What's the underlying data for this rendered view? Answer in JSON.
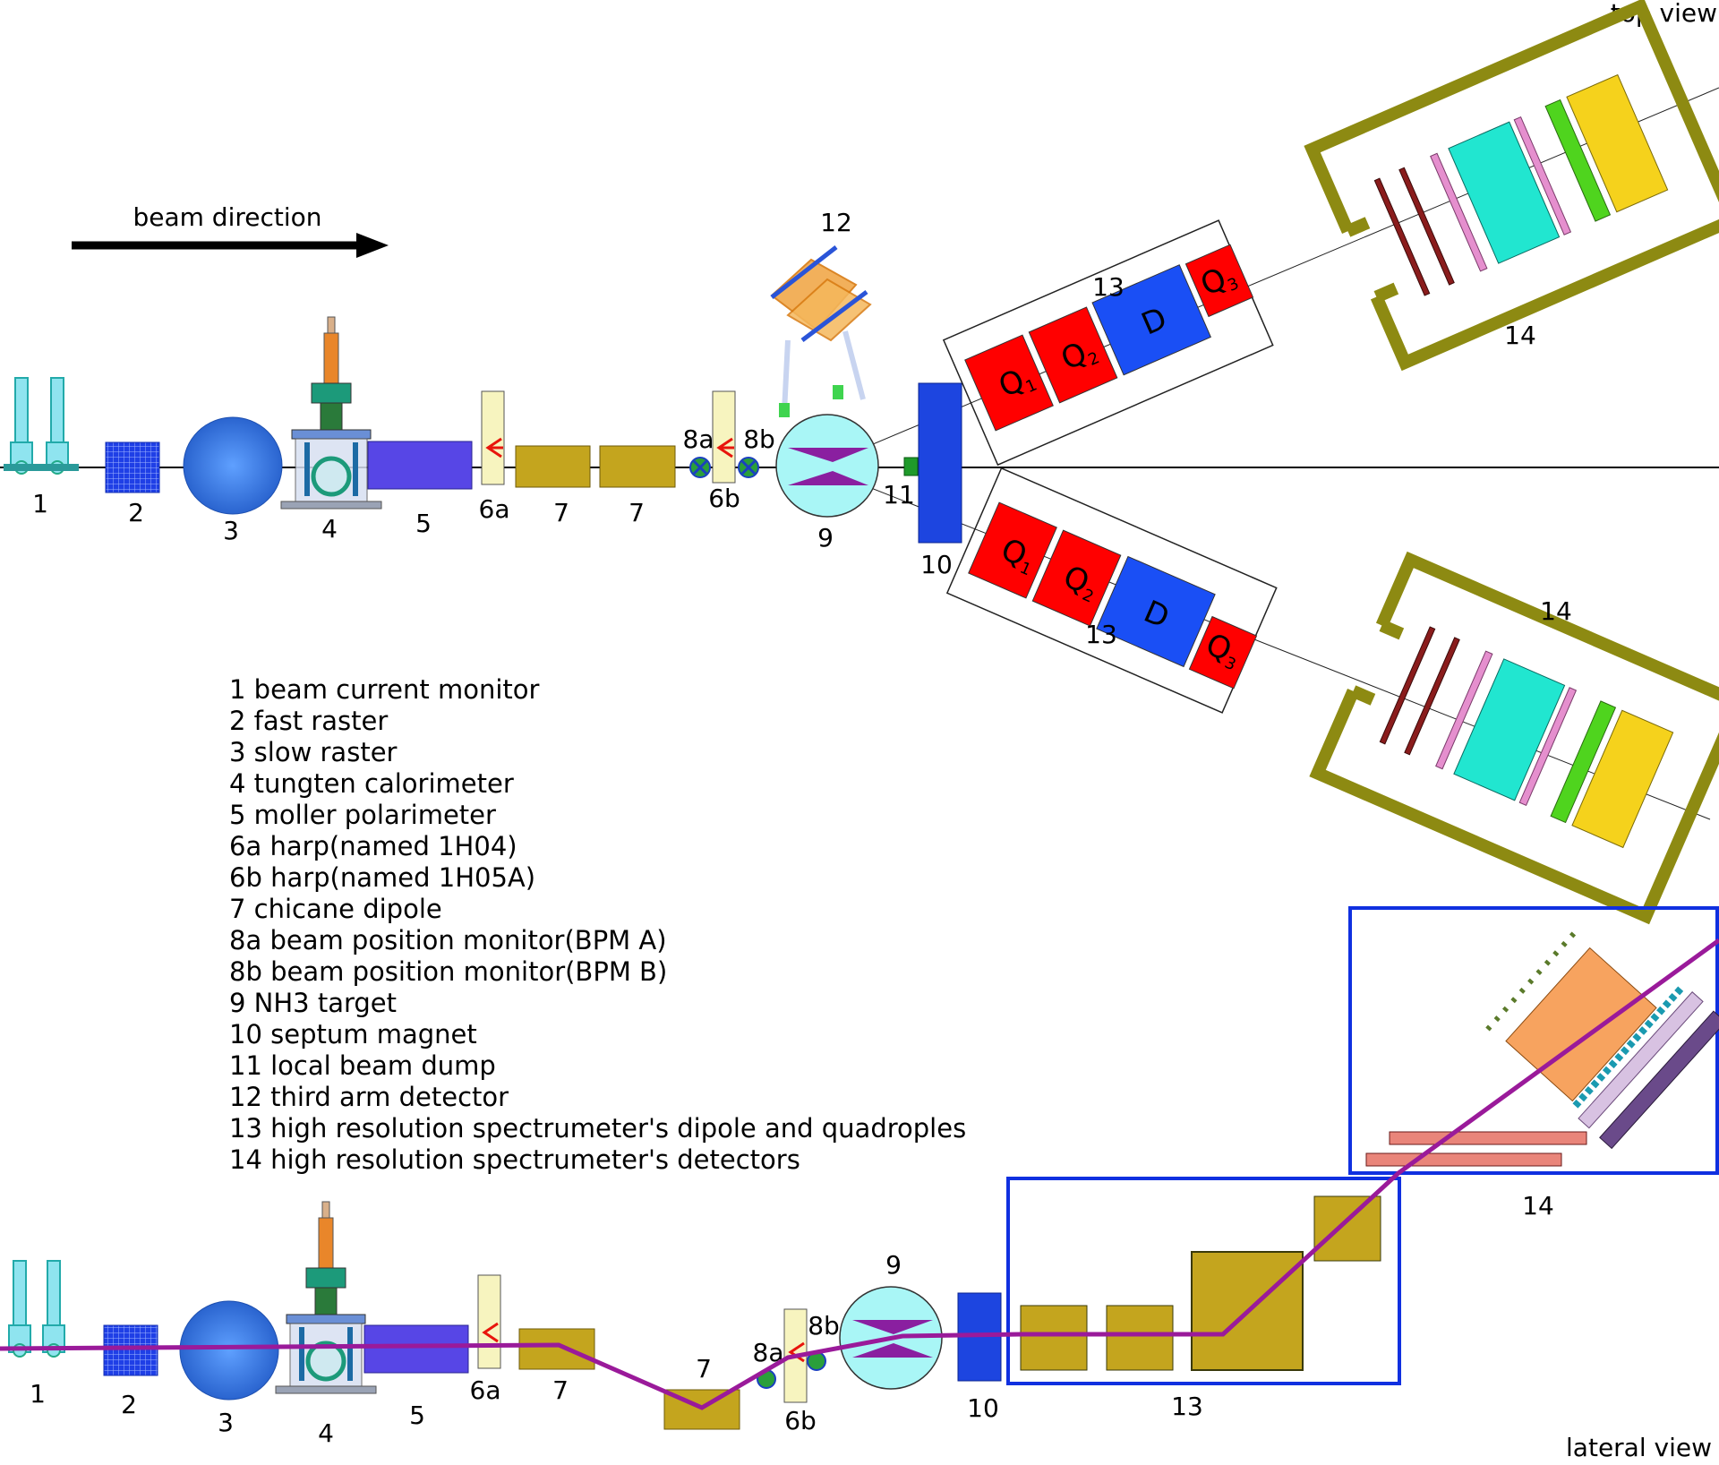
{
  "views": {
    "top": "top view",
    "lateral": "lateral view"
  },
  "beam_direction": "beam direction",
  "component_labels": {
    "n1": "1",
    "n2": "2",
    "n3": "3",
    "n4": "4",
    "n5": "5",
    "n6a": "6a",
    "n6b": "6b",
    "n7": "7",
    "n8a": "8a",
    "n8b": "8b",
    "n9": "9",
    "n10": "10",
    "n11": "11",
    "n12": "12",
    "n13": "13",
    "n14": "14"
  },
  "magnet_labels": {
    "q": "Q",
    "s1": "1",
    "s2": "2",
    "s3": "3",
    "d": "D"
  },
  "legend": [
    "1 beam current monitor",
    "2 fast raster",
    "3 slow raster",
    "4 tungten calorimeter",
    "5 moller polarimeter",
    "6a harp(named 1H04)",
    "6b harp(named 1H05A)",
    "7 chicane dipole",
    "8a beam position monitor(BPM A)",
    "8b beam position monitor(BPM B)",
    "9 NH3 target",
    "10 septum magnet",
    "11 local beam dump",
    "12 third arm detector",
    "13 high resolution spectrumeter's dipole and quadroples",
    "14 high resolution spectrumeter's detectors"
  ],
  "colors": {
    "harp": "#f7f4bf",
    "harp_arrow": "#e8140c",
    "chicane": "#c4a51e",
    "target": "#a9f6f6",
    "target_cell": "#8a1fa0",
    "septum": "#1d45e0",
    "dump": "#1f9a2a",
    "quad": "#ff0000",
    "dipole": "#1a4ff5",
    "detector_hut": "#8d8a12",
    "drift_chamber": "#8a1c1c",
    "scint": "#e58fce",
    "cherenkov": "#21e6d0",
    "calo_pre": "#4fd41e",
    "calo": "#f5d21c",
    "moller": "#5746e6",
    "fast_raster": "#1f3fe6",
    "slow_raster": "#2f70d8",
    "bcm": "#8fe4ef",
    "lateral_beam": "#9a1a9a",
    "lateral_box": "#1030e0",
    "lateral_det_block": "#f7a35f"
  }
}
